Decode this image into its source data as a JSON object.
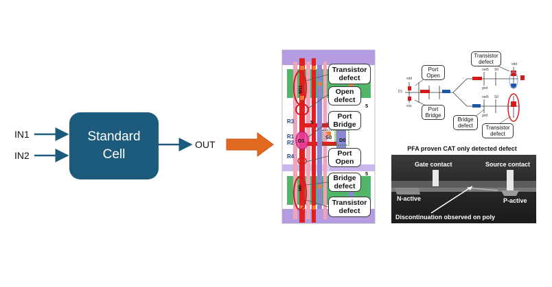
{
  "left": {
    "inputs": [
      "IN1",
      "IN2"
    ],
    "cell_lines": [
      "Standard",
      "Cell"
    ],
    "output": "OUT"
  },
  "layout_labels": {
    "r3": "R3",
    "r1": "R1",
    "r2": "R2",
    "r4": "R4",
    "d1": "D1",
    "s0": "S0",
    "d0": "D0",
    "m11": "M11",
    "m0": "M0",
    "five_a": "5",
    "five_b": "5",
    "five_c": "5"
  },
  "callouts": {
    "transistor_top": "Transistor\ndefect",
    "open_defect": "Open\ndefect",
    "port_bridge": "Port\nBridge",
    "port_open": "Port\nOpen",
    "bridge_defect": "Bridge\ndefect",
    "transistor_bottom": "Transistor\ndefect"
  },
  "schematic": {
    "callouts": {
      "port_open": "Port\nOpen",
      "port_bridge": "Port\nBridge",
      "transistor_top": "Transistor\ndefect",
      "bridge_defect": "Bridge\ndefect",
      "transistor_bottom": "Transistor\ndefect"
    },
    "labels": {
      "vdd_left": "vdd",
      "vss_left": "vss",
      "d1": "D1",
      "vdd_right": "vdd",
      "net5_a": "net5",
      "s0_a": "S0",
      "gnd_a": "gnd",
      "net5_b": "net5",
      "s0_b": "S0",
      "gnd_b": "gnd"
    }
  },
  "pfa": {
    "title": "PFA proven CAT only detected defect",
    "gate_contact": "Gate contact",
    "source_contact": "Source contact",
    "n_active": "N-active",
    "p_active": "P-active",
    "caption": "Discontinuation observed on poly"
  },
  "colors": {
    "cell_fill": "#1d5b7c",
    "arrow_navy": "#1d5b7c",
    "arrow_orange": "#e0691f",
    "metal_red": "#e02020",
    "poly_violet": "#b59be0",
    "diffusion_green": "#3fae5a",
    "via_orange": "#f08030"
  }
}
